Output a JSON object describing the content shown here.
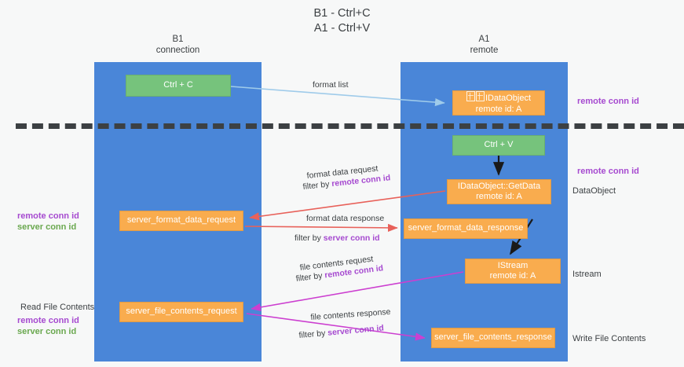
{
  "title": {
    "line1": "B1 - Ctrl+C",
    "line2": "A1 - Ctrl+V"
  },
  "lanes": [
    {
      "id": "b1",
      "name": "B1",
      "role": "connection"
    },
    {
      "id": "a1",
      "name": "A1",
      "role": "remote"
    }
  ],
  "nodes": {
    "ctrl_c": {
      "label": "Ctrl + C",
      "color": "#76c37c"
    },
    "save_idataobject": {
      "label": "保存IDataObject",
      "label_fallback": "IDataObject",
      "sub": "remote id: A",
      "color": "#f9ac4e"
    },
    "ctrl_v": {
      "label": "Ctrl + V",
      "color": "#76c37c"
    },
    "getdata": {
      "label": "IDataObject::GetData",
      "sub": "remote id: A",
      "color": "#f9ac4e"
    },
    "server_format_data_request": {
      "label": "server_format_data_request",
      "color": "#f9ac4e"
    },
    "server_format_data_response": {
      "label": "server_format_data_response",
      "color": "#f9ac4e"
    },
    "istream": {
      "label": "IStream",
      "sub": "remote id: A",
      "color": "#f9ac4e"
    },
    "server_file_contents_request": {
      "label": "server_file_contents_request",
      "color": "#f9ac4e"
    },
    "server_file_contents_response": {
      "label": "server_file_contents_response",
      "color": "#f9ac4e"
    }
  },
  "edges": {
    "format_list": "format list",
    "format_data_request": "format data request",
    "format_data_request_filter_prefix": "filter by ",
    "format_data_request_filter_key": "remote conn id",
    "format_data_response": "format data response",
    "format_data_response_filter_prefix": "filter by ",
    "format_data_response_filter_key": "server conn id",
    "file_contents_request": "file contents request",
    "file_contents_request_filter_prefix": "filter by ",
    "file_contents_request_filter_key": "remote conn id",
    "file_contents_response": "file contents response",
    "file_contents_response_filter_prefix": "filter by ",
    "file_contents_response_filter_key": "server conn id"
  },
  "annotations": {
    "remote_conn_id_top": "remote conn id",
    "remote_conn_id_mid": "remote conn id",
    "dataobject": "DataObject",
    "istream": "Istream",
    "write_file_contents": "Write File Contents",
    "read_file_contents": "Read File Contents",
    "left_remote_conn_id": "remote conn id",
    "left_server_conn_id": "server conn id",
    "left_remote_conn_id_2": "remote conn id",
    "left_server_conn_id_2": "server conn id"
  },
  "colors": {
    "lane": "#4a86d8",
    "green_node": "#76c37c",
    "orange_node": "#f9ac4e",
    "purple_text": "#a64ad0",
    "green_text": "#6aa84f",
    "red_arrow": "#e8615a",
    "magenta_arrow": "#cc3fd0",
    "blue_arrow": "#9fcbea",
    "black_arrow": "#1a1a1a",
    "background": "#f7f8f8"
  }
}
